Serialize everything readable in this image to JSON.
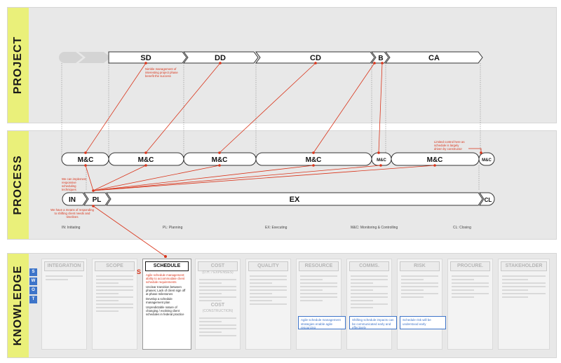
{
  "bands": {
    "project": "PROJECT",
    "process": "PROCESS",
    "knowledge": "KNOWLEDGE"
  },
  "project_phases": [
    "SD",
    "DD",
    "CD",
    "B",
    "CA"
  ],
  "mc_loops": [
    "M&C",
    "M&C",
    "M&C",
    "M&C",
    "M&C",
    "M&C",
    "M&C"
  ],
  "process_groups": {
    "initiating": "IN",
    "planning": "PL",
    "executing": "EX",
    "closing": "CL"
  },
  "legend": {
    "in": "IN: Initiating",
    "pl": "PL: Planning",
    "ex": "EX: Executing",
    "mc": "M&C: Monitoring & Controlling",
    "cl": "CL: Closing"
  },
  "annotations": {
    "sd_note": "Nimble management of interesting project phase benefit the success",
    "ca_note": "Limited control here as schedule is largely driven by constructor",
    "mc_note": "We can implement responsive scheduling techniques",
    "pl_note": "We have a means of responding to shifting client needs and timelines"
  },
  "swot": [
    "S",
    "W",
    "O",
    "T"
  ],
  "knowledge_areas": [
    "INTEGRATION",
    "SCOPE",
    "SCHEDULE",
    "COST",
    "QUALITY",
    "RESOURCE",
    "COMMS.",
    "RISK",
    "PROCURE.",
    "STAKEHOLDER"
  ],
  "cost_sub": {
    "label1": "(D.H. / EXPENSES)",
    "label2": "COST",
    "label3": "(CONSTRUCTION)"
  },
  "schedule": {
    "strength_marker": "S",
    "red_text": "Agile schedule management; ability to accommodate client schedule requirements",
    "items": [
      "Unclear transition between phases; Lack of client sign off at phase milestones",
      "Develop a schedule management plan",
      "Unpredictable nature of changing / evolving client schedules in federal practice"
    ]
  },
  "blue_notes": {
    "resource": "Agile schedule management strategies enable agile resourcing",
    "comms": "Shifting schedule impacts can be communicated early and effectively",
    "risk": "Schedule risk will be understood early"
  },
  "colors": {
    "accent_red": "#d9341a",
    "band_yellow": "#eaf07a",
    "swot_blue": "#3d74c9"
  }
}
